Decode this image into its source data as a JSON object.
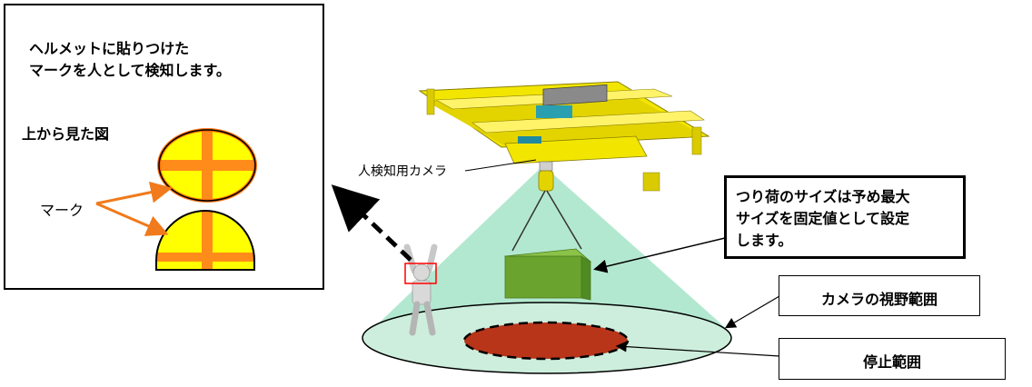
{
  "left_panel": {
    "intro_line1": "ヘルメットに貼りつけた",
    "intro_line2": "マークを人として検知します。",
    "top_view_label": "上から見た図",
    "mark_label": "マーク"
  },
  "camera_label": "人検知用カメラ",
  "load_note": {
    "line1": "つり荷のサイズは予め最大",
    "line2": "サイズを固定値として設定",
    "line3": "します。"
  },
  "field_of_view_label": "カメラの視野範囲",
  "stop_area_label": "停止範囲",
  "colors": {
    "crane": "#f2e600",
    "cone": "#a6e4c8",
    "ellipse": "#cdeedc",
    "stop_area": "#b8351a",
    "load": "#6aa32e",
    "mark_fill": "#ffff00",
    "mark_cross": "#ff8c1a",
    "arrow_orange": "#f07a1c",
    "highlight_red": "#ff0000"
  }
}
